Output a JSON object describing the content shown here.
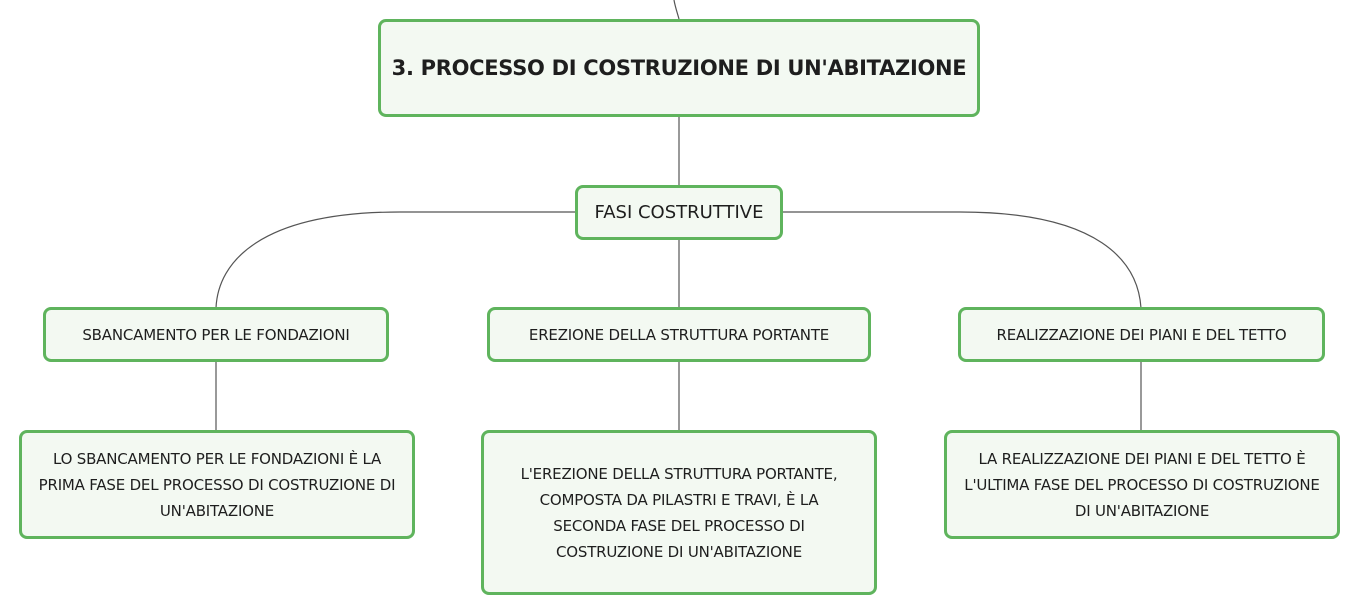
{
  "root": {
    "label": "3. PROCESSO DI COSTRUZIONE DI UN'ABITAZIONE"
  },
  "section": {
    "label": "FASI COSTRUTTIVE"
  },
  "phases": [
    {
      "label": "SBANCAMENTO PER LE FONDAZIONI",
      "detail": "LO SBANCAMENTO PER LE FONDAZIONI È LA PRIMA FASE DEL PROCESSO DI COSTRUZIONE DI UN'ABITAZIONE"
    },
    {
      "label": "EREZIONE DELLA STRUTTURA PORTANTE",
      "detail": "L'EREZIONE DELLA STRUTTURA PORTANTE, COMPOSTA DA PILASTRI E TRAVI, È LA SECONDA FASE DEL PROCESSO DI COSTRUZIONE DI UN'ABITAZIONE"
    },
    {
      "label": "REALIZZAZIONE DEI PIANI E DEL TETTO",
      "detail": "LA REALIZZAZIONE DEI PIANI E DEL TETTO È L'ULTIMA FASE DEL PROCESSO DI COSTRUZIONE DI UN'ABITAZIONE"
    }
  ],
  "colors": {
    "node_border": "#5fb45d",
    "node_fill": "#f3f9f2",
    "connector": "#555555"
  }
}
